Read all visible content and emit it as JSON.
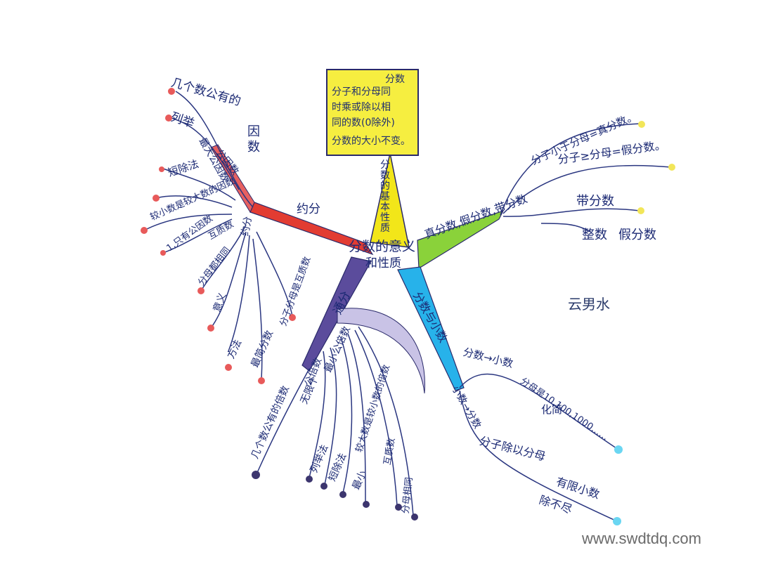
{
  "center": {
    "line1": "分数的意义",
    "line2": "和性质"
  },
  "note": {
    "lines": [
      "分数",
      "分子和分母同",
      "时乘或除以相",
      "同的数(0除外)",
      "分数的大小不变。"
    ]
  },
  "yellow_branch": "分数的基本性质",
  "red": {
    "main": "约分",
    "label_gcf": "因数",
    "label_pub": "公因数",
    "label_max": "最大公因数",
    "items": [
      "几个数公有的",
      "列举",
      "短除法",
      "较小数是较大数的因数",
      "1,只有公因数",
      "分母都相同",
      "互质数"
    ],
    "lower": [
      "约分",
      "意义",
      "方法",
      "最简分数",
      "分子分母是互质数"
    ]
  },
  "purple": {
    "main": "通分",
    "gcm": "公倍数",
    "lcm": "最小公倍数",
    "items": [
      "几个数公有的倍数",
      "无限个",
      "列举法",
      "短除法",
      "最小",
      "较大数是较小数的倍数",
      "互质数",
      "分母相同"
    ]
  },
  "green": {
    "main": "真分数,假分数,带分数",
    "items": [
      "分子小于分母=真分数。",
      "分子≥分母=假分数。",
      "带分数",
      "整数",
      "假分数"
    ]
  },
  "blue": {
    "main": "分数与小数",
    "items": [
      "分数→小数",
      "分母是10,100,1000……",
      "化简",
      "小数→分数",
      "分子除以分母",
      "有限小数",
      "除不尽"
    ]
  },
  "author": "云男水",
  "watermark": "www.swdtdq.com",
  "colors": {
    "red": "#e23c32",
    "yellow": "#f2e619",
    "green": "#8ad23a",
    "blue": "#27b2ea",
    "purple": "#5b4c9c",
    "ink": "#1c2a74"
  }
}
